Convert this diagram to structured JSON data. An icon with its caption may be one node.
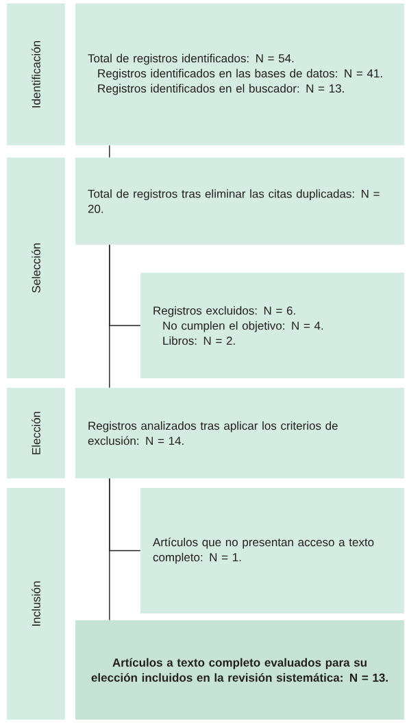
{
  "diagram": {
    "nodes": [
      {
        "text": [
          "Identificación"
        ]
      },
      {
        "text": [
          "Total de registros identificados: N = 54.",
          "Registros identificados en las bases de datos: N = 41.",
          "Registros identificados en el buscador: N = 13."
        ]
      },
      {
        "text": [
          "Selección"
        ]
      },
      {
        "text": [
          "Total de registros tras eliminar las citas duplicadas: N = 20."
        ]
      },
      {
        "text": [
          "Registros excluidos: N = 6.",
          "No cumplen el objetivo: N = 4.",
          "Libros: N = 2."
        ]
      },
      {
        "text": [
          "Elección"
        ]
      },
      {
        "text": [
          "Registros analizados tras aplicar los criterios de exclusión: N = 14."
        ]
      },
      {
        "text": [
          "Inclusión"
        ]
      },
      {
        "text": [
          "Artículos que no presentan acceso a texto completo: N = 1."
        ]
      },
      {
        "text": [
          "Artículos a texto completo evaluados para su elección incluidos en la revisión sistemática: N = 13."
        ]
      }
    ],
    "edges": [
      {
        "from": 1,
        "to": 3,
        "arrow": "none"
      },
      {
        "from": 3,
        "to": 6,
        "arrow": "none"
      },
      {
        "from": 3,
        "to": 4,
        "arrow": "none"
      },
      {
        "from": 6,
        "to": 9,
        "arrow": "none"
      },
      {
        "from": 6,
        "to": 8,
        "arrow": "none"
      }
    ]
  }
}
